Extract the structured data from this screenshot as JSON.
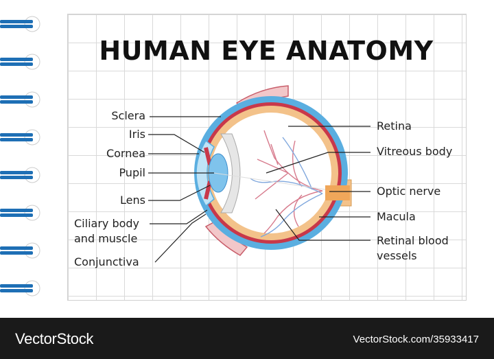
{
  "title": "HUMAN EYE ANATOMY",
  "labels_left": [
    {
      "id": "sclera",
      "text": "Sclera"
    },
    {
      "id": "iris",
      "text": "Iris"
    },
    {
      "id": "cornea",
      "text": "Cornea"
    },
    {
      "id": "pupil",
      "text": "Pupil"
    },
    {
      "id": "lens",
      "text": "Lens"
    },
    {
      "id": "ciliary",
      "text": "Ciliary body\nand muscle"
    },
    {
      "id": "conjunctiva",
      "text": "Conjunctiva"
    }
  ],
  "labels_right": [
    {
      "id": "retina",
      "text": "Retina"
    },
    {
      "id": "vitreous",
      "text": "Vitreous body"
    },
    {
      "id": "optic",
      "text": "Optic nerve"
    },
    {
      "id": "macula",
      "text": "Macula"
    },
    {
      "id": "vessels",
      "text": "Retinal blood\nvessels"
    }
  ],
  "footer": {
    "brand": "VectorStock",
    "code": "VectorStock.com/35933417"
  },
  "colors": {
    "sclera_blue": "#5aaee0",
    "choroid_red": "#c8384a",
    "retina_orange": "#f3c28a",
    "vessel_pink": "#d77a8c",
    "vessel_blue": "#7fa7dd",
    "ring_blue": "#1e6fb5",
    "footer_bg": "#1a1a1a"
  }
}
